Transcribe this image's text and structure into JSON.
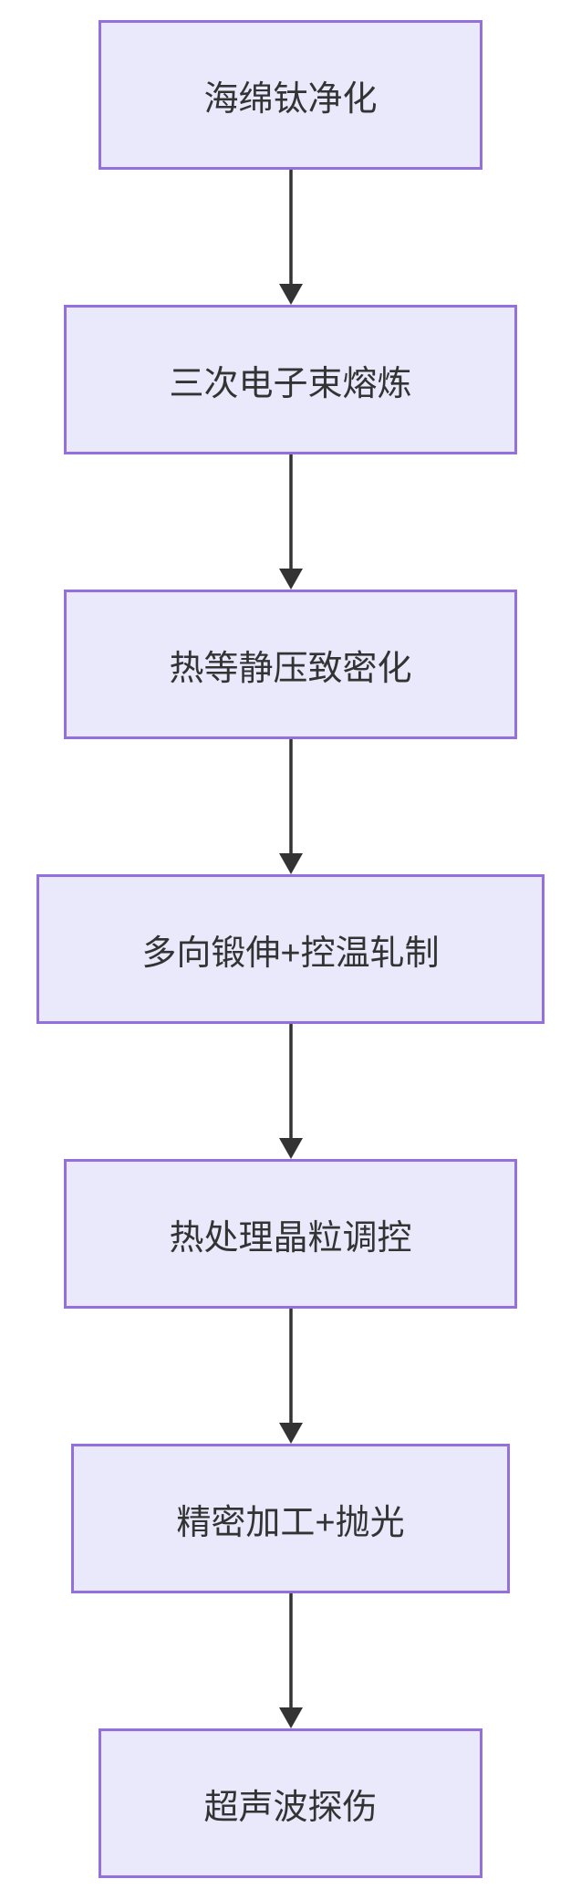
{
  "flowchart": {
    "type": "flowchart",
    "direction": "top-down",
    "nodes": [
      {
        "id": "n1",
        "label": "海绵钛净化"
      },
      {
        "id": "n2",
        "label": "三次电子束熔炼"
      },
      {
        "id": "n3",
        "label": "热等静压致密化"
      },
      {
        "id": "n4",
        "label": "多向锻伸+控温轧制"
      },
      {
        "id": "n5",
        "label": "热处理晶粒调控"
      },
      {
        "id": "n6",
        "label": "精密加工+抛光"
      },
      {
        "id": "n7",
        "label": "超声波探伤"
      }
    ],
    "edges": [
      {
        "from": "n1",
        "to": "n2"
      },
      {
        "from": "n2",
        "to": "n3"
      },
      {
        "from": "n3",
        "to": "n4"
      },
      {
        "from": "n4",
        "to": "n5"
      },
      {
        "from": "n5",
        "to": "n6"
      },
      {
        "from": "n6",
        "to": "n7"
      }
    ],
    "colors": {
      "node_fill": "#E9E9FB",
      "node_border": "#9370DB",
      "arrow": "#333333",
      "text": "#333333",
      "background": "#FFFFFF"
    }
  }
}
